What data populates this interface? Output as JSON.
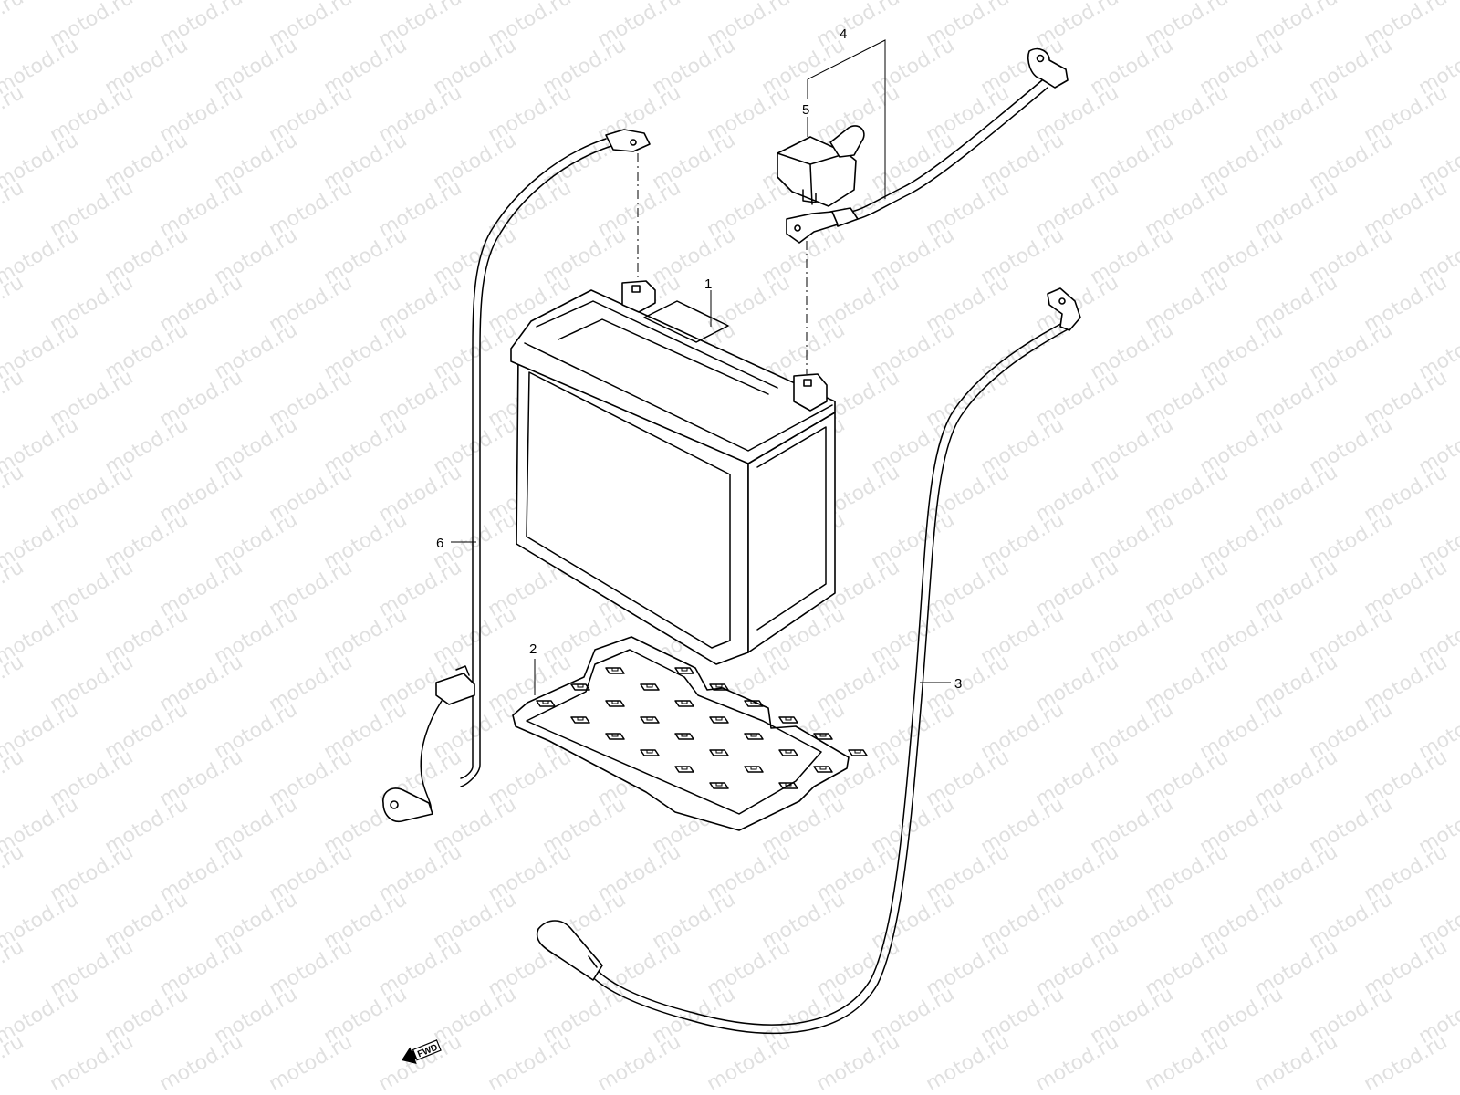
{
  "watermark": {
    "text": "motod.ru",
    "color": "#c8c8c8"
  },
  "callouts": {
    "battery": "1",
    "battery_tray": "2",
    "negative_cable": "3",
    "positive_cable_assembly": "4",
    "terminal_cover": "5",
    "ground_lead": "6"
  },
  "fwd_label": "FWD"
}
